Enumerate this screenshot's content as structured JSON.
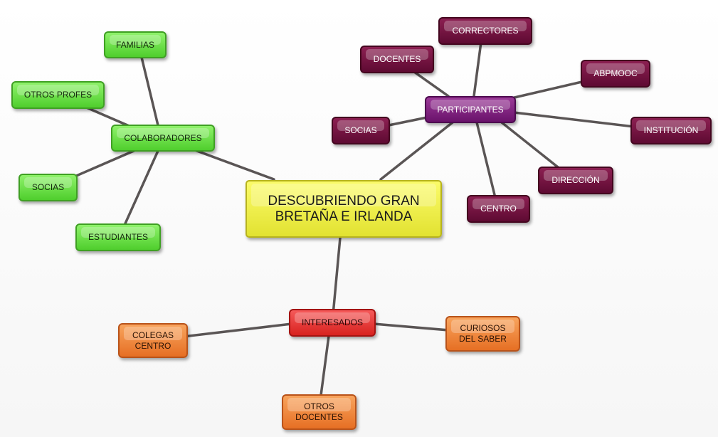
{
  "central": {
    "label": "DESCUBRIENDO GRAN\n BRETAÑA E IRLANDA"
  },
  "colaboradores": {
    "label": "COLABORADORES",
    "children": [
      "FAMILIAS",
      "OTROS PROFES",
      "SOCIAS",
      "ESTUDIANTES"
    ]
  },
  "participantes": {
    "label": "PARTICIPANTES",
    "children": [
      "CORRECTORES",
      "DOCENTES",
      "ABPMOOC",
      "SOCIAS",
      "INSTITUCIÓN",
      "DIRECCIÓN",
      "CENTRO"
    ]
  },
  "interesados": {
    "label": "INTERESADOS",
    "children": [
      "COLEGAS\nCENTRO",
      "CURIOSOS\nDEL SABER",
      "OTROS\nDOCENTES"
    ]
  },
  "colors": {
    "central": "#eded45",
    "colaboradores": "#5cd63a",
    "participantes": "#7a1f7a",
    "participantes_children": "#6e1040",
    "interesados": "#e52b2b",
    "interesados_children": "#ee8537",
    "connector": "#5a5555"
  }
}
